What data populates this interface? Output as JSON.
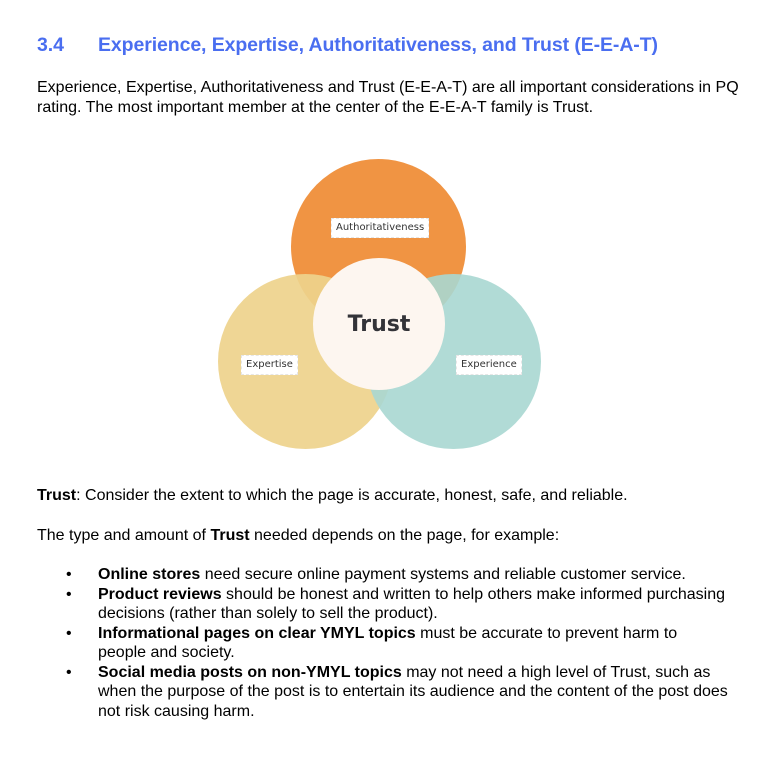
{
  "section": {
    "number": "3.4",
    "title": "Experience, Expertise, Authoritativeness, and Trust (E-E-A-T)",
    "heading_color": "#4a6ef0"
  },
  "intro": "Experience, Expertise, Authoritativeness and Trust (E-E-A-T) are all important considerations in PQ rating.  The most important member at the center of the E-E-A-T family is Trust.",
  "diagram": {
    "type": "venn",
    "center_label": "Trust",
    "circles": [
      {
        "label": "Authoritativeness",
        "color": "#f0944a",
        "position": "top"
      },
      {
        "label": "Expertise",
        "color": "#efd694",
        "position": "bottom-left"
      },
      {
        "label": "Experience",
        "color": "#b2dbd6",
        "position": "bottom-right"
      }
    ],
    "center_color": "#fdf6f0"
  },
  "trust_definition": {
    "term": "Trust",
    "text": ": Consider the extent to which the page is accurate, honest, safe, and reliable."
  },
  "trust_need": {
    "before": "The type and amount of ",
    "term": "Trust",
    "after": " needed depends on the page, for example:"
  },
  "examples": [
    {
      "bold": "Online stores",
      "text": " need secure online payment systems and reliable customer service."
    },
    {
      "bold": "Product reviews",
      "text": " should be honest and written to help others make informed purchasing decisions (rather than solely to sell the product)."
    },
    {
      "bold": "Informational pages on clear YMYL topics",
      "text": " must be accurate to prevent harm to people and society."
    },
    {
      "bold": "Social media posts on non-YMYL topics",
      "text": " may not need a high level of Trust, such as when the purpose of the post is to entertain its audience and the content of the post does not risk causing harm."
    }
  ]
}
